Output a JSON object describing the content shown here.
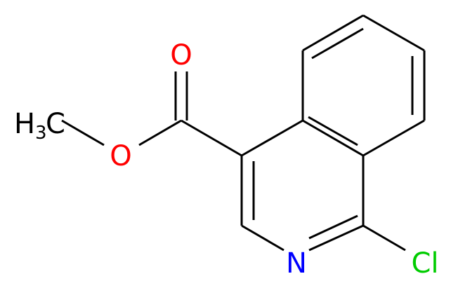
{
  "molecule": {
    "colors": {
      "bond": "#000000",
      "carbon": "#000000",
      "oxygen": "#ff0000",
      "nitrogen": "#0000ff",
      "chlorine": "#00cc00"
    },
    "labels": {
      "methyl_main": "H",
      "methyl_sub": "3",
      "methyl_tail": "C",
      "ester_oxygen": "O",
      "carbonyl_oxygen": "O",
      "ring_nitrogen": "N",
      "chlorine": "Cl"
    }
  }
}
